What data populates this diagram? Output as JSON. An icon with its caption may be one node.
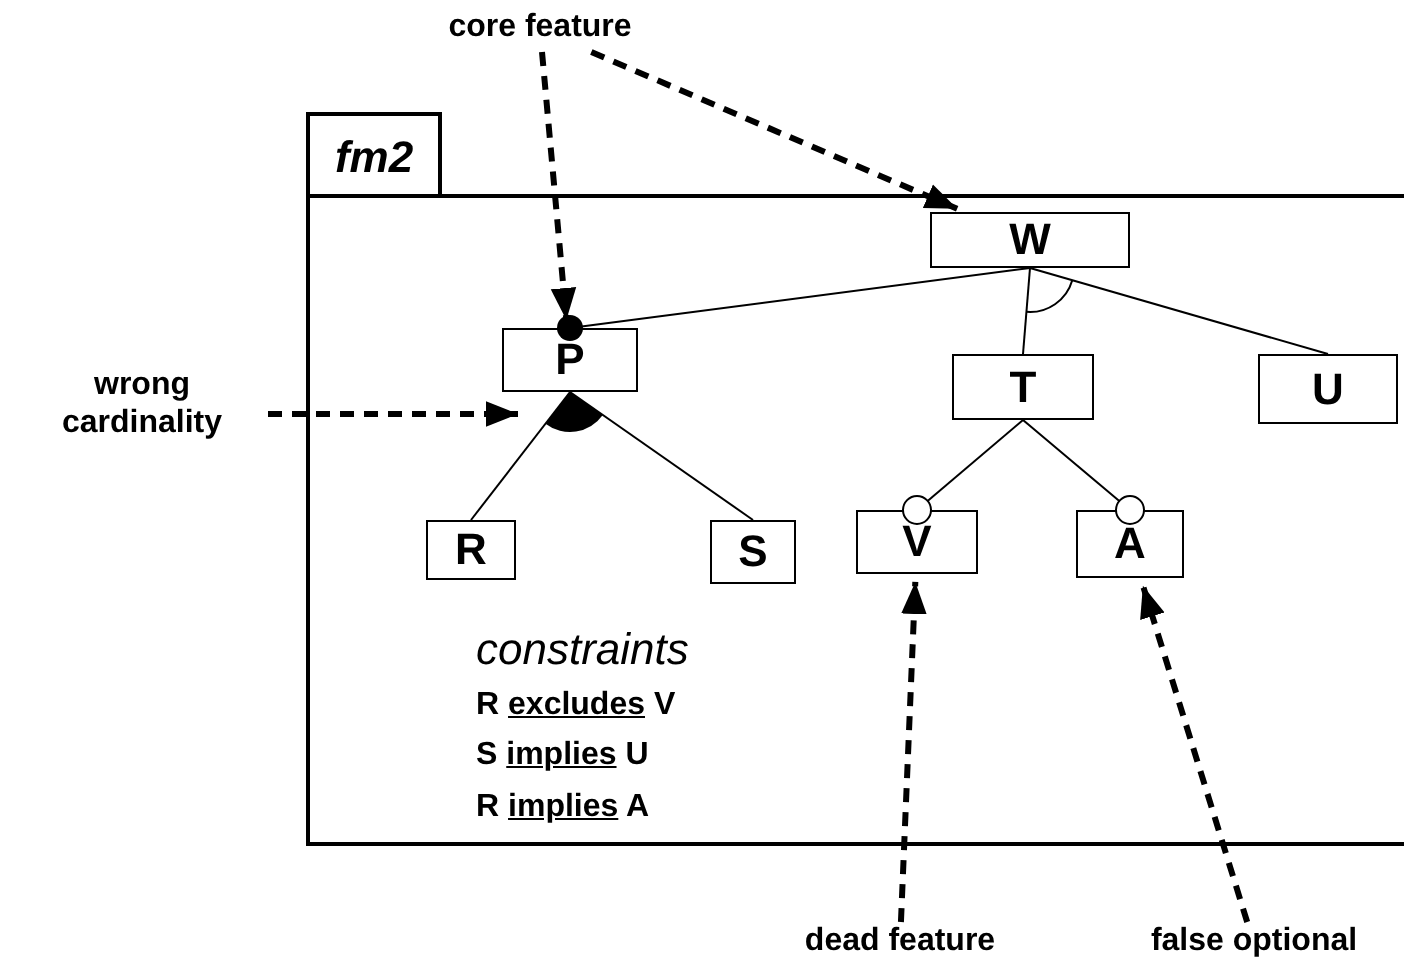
{
  "diagram": {
    "nodes": [
      {
        "text": [
          "fm2"
        ]
      },
      {
        "text": [
          "core feature"
        ]
      },
      {
        "text": [
          "W"
        ],
        "in": 0
      },
      {
        "text": [
          "P"
        ],
        "in": 0
      },
      {
        "text": [
          "T"
        ],
        "in": 0
      },
      {
        "text": [
          "U"
        ],
        "in": 0
      },
      {
        "text": [
          "wrong cardinality"
        ]
      },
      {
        "text": [
          "R"
        ],
        "in": 0
      },
      {
        "text": [
          "S"
        ],
        "in": 0
      },
      {
        "text": [
          "V"
        ],
        "in": 0
      },
      {
        "text": [
          "A"
        ],
        "in": 0
      },
      {
        "text": [
          "dead feature"
        ]
      },
      {
        "text": [
          "false optional"
        ]
      },
      {
        "text": [],
        "shape": "arc",
        "in": 0
      }
    ],
    "edges": [
      {
        "from": 1,
        "to": 3,
        "arrow": "to",
        "style": "dashed"
      },
      {
        "from": 1,
        "to": 2,
        "arrow": "to",
        "style": "dashed"
      },
      {
        "from": 2,
        "to": 3,
        "arrow": "other"
      },
      {
        "from": 2,
        "to": 4,
        "arrow": "none"
      },
      {
        "from": 2,
        "to": 5,
        "arrow": "none"
      },
      {
        "from": 3,
        "to": 7,
        "arrow": "none"
      },
      {
        "from": 3,
        "to": 8,
        "arrow": "none"
      },
      {
        "from": 4,
        "to": 9,
        "arrow": "other"
      },
      {
        "from": 4,
        "to": 10,
        "arrow": "other"
      },
      {
        "from": 6,
        "to": 13,
        "arrow": "to",
        "style": "dashed"
      },
      {
        "from": 11,
        "to": 9,
        "arrow": "to",
        "style": "dashed"
      },
      {
        "from": 12,
        "to": 10,
        "arrow": "to",
        "style": "dashed"
      }
    ],
    "labels": [
      "constraints",
      "R excludes V",
      "S implies U",
      "R implies A"
    ]
  }
}
